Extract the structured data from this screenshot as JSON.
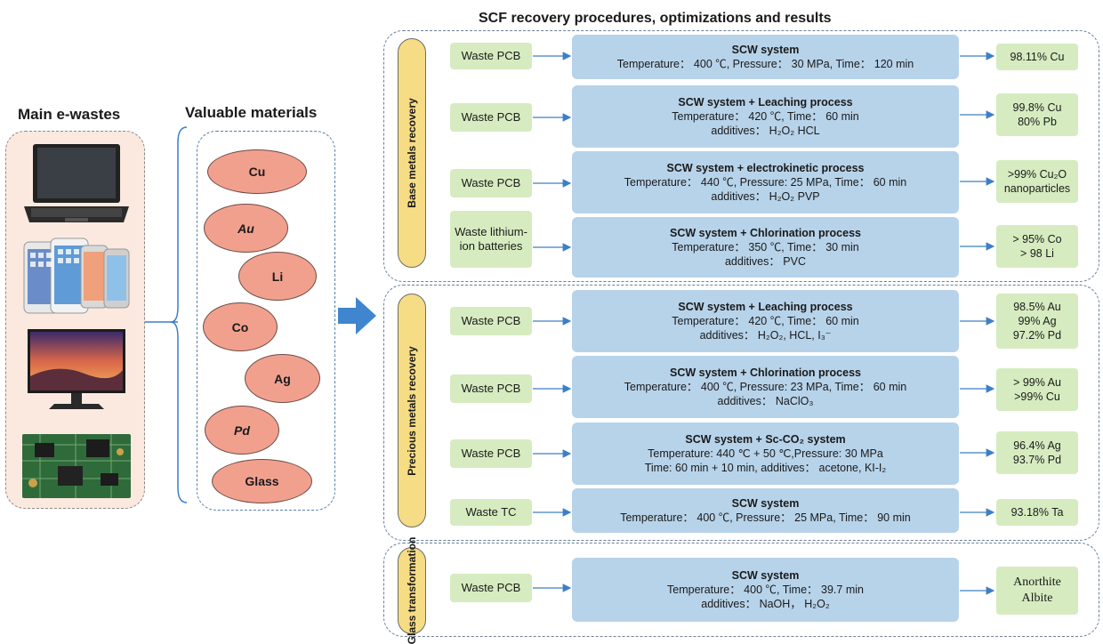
{
  "main_title": "SCF recovery procedures, optimizations and results",
  "left_heading": "Main e-wastes",
  "mid_heading": "Valuable materials",
  "ewaste_items": [
    "laptop",
    "smartphones",
    "monitor",
    "circuit board"
  ],
  "materials": [
    "Cu",
    "Au",
    "Li",
    "Co",
    "Ag",
    "Pd",
    "Glass"
  ],
  "sections": [
    {
      "label": "Base metals recovery",
      "rows": [
        {
          "source": "Waste PCB",
          "process": "SCW system",
          "details": [
            "Temperature： 400 ℃, Pressure： 30 MPa, Time： 120 min"
          ],
          "results": [
            "98.11% Cu"
          ]
        },
        {
          "source": "Waste PCB",
          "process": "SCW system + Leaching process",
          "details": [
            "Temperature： 420 ℃, Time： 60 min",
            "additives： H₂O₂ HCL"
          ],
          "results": [
            "99.8% Cu",
            "80% Pb"
          ]
        },
        {
          "source": "Waste PCB",
          "process": "SCW system + electrokinetic process",
          "details": [
            "Temperature： 440 ℃, Pressure: 25 MPa, Time： 60 min",
            "additives： H₂O₂ PVP"
          ],
          "results": [
            ">99% Cu₂O",
            "nanoparticles"
          ]
        },
        {
          "source": "Waste lithium-ion batteries",
          "process": "SCW system + Chlorination process",
          "details": [
            "Temperature： 350 ℃, Time： 30 min",
            "additives： PVC"
          ],
          "results": [
            "> 95% Co",
            "> 98 Li"
          ]
        }
      ]
    },
    {
      "label": "Precious metals recovery",
      "rows": [
        {
          "source": "Waste PCB",
          "process": "SCW system + Leaching process",
          "details": [
            "Temperature： 420 ℃, Time： 60 min",
            "additives： H₂O₂, HCL, I₃⁻"
          ],
          "results": [
            "98.5% Au",
            "99% Ag",
            "97.2% Pd"
          ]
        },
        {
          "source": "Waste PCB",
          "process": "SCW system + Chlorination process",
          "details": [
            "Temperature： 400 ℃, Pressure: 23 MPa, Time： 60 min",
            "additives： NaClO₃"
          ],
          "results": [
            "> 99% Au",
            ">99% Cu"
          ]
        },
        {
          "source": "Waste PCB",
          "process": "SCW system + Sc-CO₂ system",
          "details": [
            "Temperature: 440 ℃ + 50 ℃,Pressure: 30 MPa",
            "Time: 60 min + 10 min, additives： acetone, KI-I₂"
          ],
          "results": [
            "96.4% Ag",
            "93.7% Pd"
          ]
        },
        {
          "source": "Waste TC",
          "process": "SCW system",
          "details": [
            "Temperature： 400 ℃, Pressure： 25 MPa, Time： 90 min"
          ],
          "results": [
            "93.18% Ta"
          ]
        }
      ]
    },
    {
      "label": "Glass transformation",
      "rows": [
        {
          "source": "Waste PCB",
          "process": "SCW system",
          "details": [
            "Temperature： 400 ℃, Time： 39.7 min",
            "additives： NaOH， H₂O₂"
          ],
          "results": [
            "Anorthite",
            "Albite"
          ]
        }
      ]
    }
  ]
}
